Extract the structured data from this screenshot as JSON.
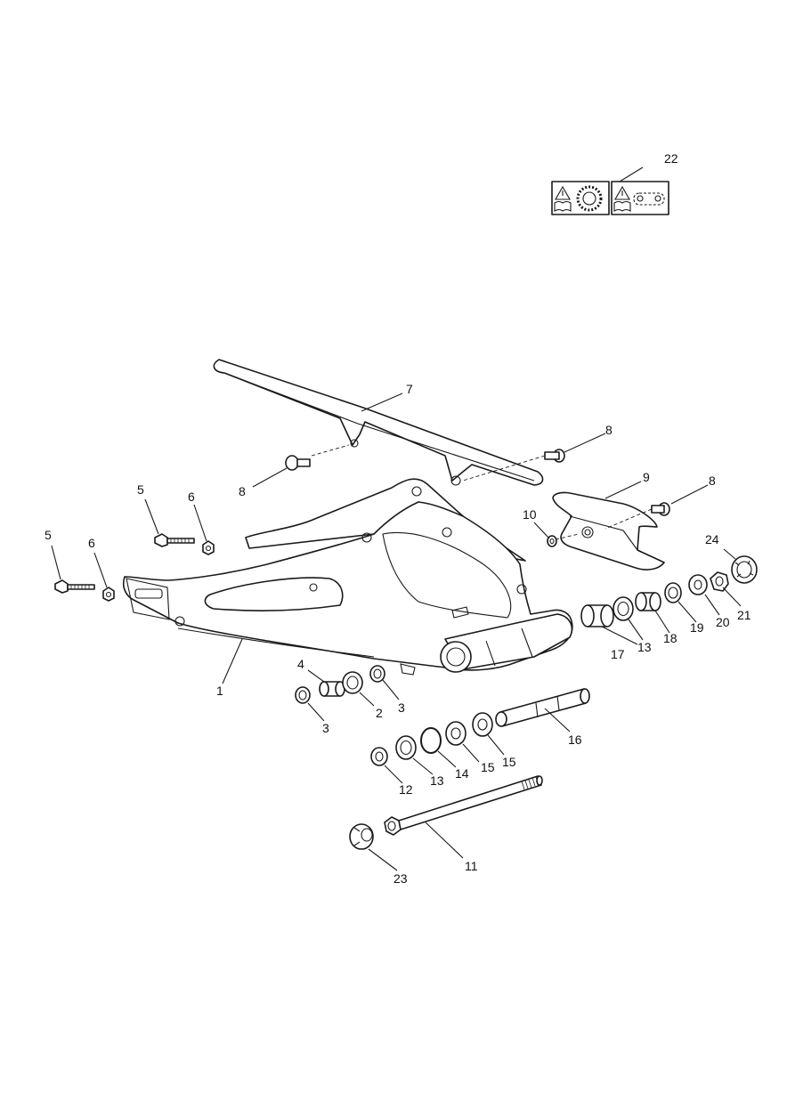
{
  "callouts": [
    {
      "id": "c1",
      "label": "1"
    },
    {
      "id": "c2",
      "label": "2"
    },
    {
      "id": "c3a",
      "label": "3"
    },
    {
      "id": "c3b",
      "label": "3"
    },
    {
      "id": "c4",
      "label": "4"
    },
    {
      "id": "c5a",
      "label": "5"
    },
    {
      "id": "c5b",
      "label": "5"
    },
    {
      "id": "c6a",
      "label": "6"
    },
    {
      "id": "c6b",
      "label": "6"
    },
    {
      "id": "c7",
      "label": "7"
    },
    {
      "id": "c8a",
      "label": "8"
    },
    {
      "id": "c8b",
      "label": "8"
    },
    {
      "id": "c8c",
      "label": "8"
    },
    {
      "id": "c9",
      "label": "9"
    },
    {
      "id": "c10",
      "label": "10"
    },
    {
      "id": "c11",
      "label": "11"
    },
    {
      "id": "c12",
      "label": "12"
    },
    {
      "id": "c13a",
      "label": "13"
    },
    {
      "id": "c13b",
      "label": "13"
    },
    {
      "id": "c14",
      "label": "14"
    },
    {
      "id": "c15a",
      "label": "15"
    },
    {
      "id": "c15b",
      "label": "15"
    },
    {
      "id": "c16",
      "label": "16"
    },
    {
      "id": "c17",
      "label": "17"
    },
    {
      "id": "c18",
      "label": "18"
    },
    {
      "id": "c19",
      "label": "19"
    },
    {
      "id": "c20",
      "label": "20"
    },
    {
      "id": "c21",
      "label": "21"
    },
    {
      "id": "c22",
      "label": "22"
    },
    {
      "id": "c23",
      "label": "23"
    },
    {
      "id": "c24",
      "label": "24"
    }
  ],
  "icons": {
    "warning_label_left": [
      "warning-triangle-icon",
      "manual-book-icon",
      "sprocket-icon"
    ],
    "warning_label_right": [
      "warning-triangle-icon",
      "manual-book-icon",
      "chain-icon"
    ]
  },
  "colors": {
    "line": "#1a1a1a",
    "background": "#ffffff"
  }
}
